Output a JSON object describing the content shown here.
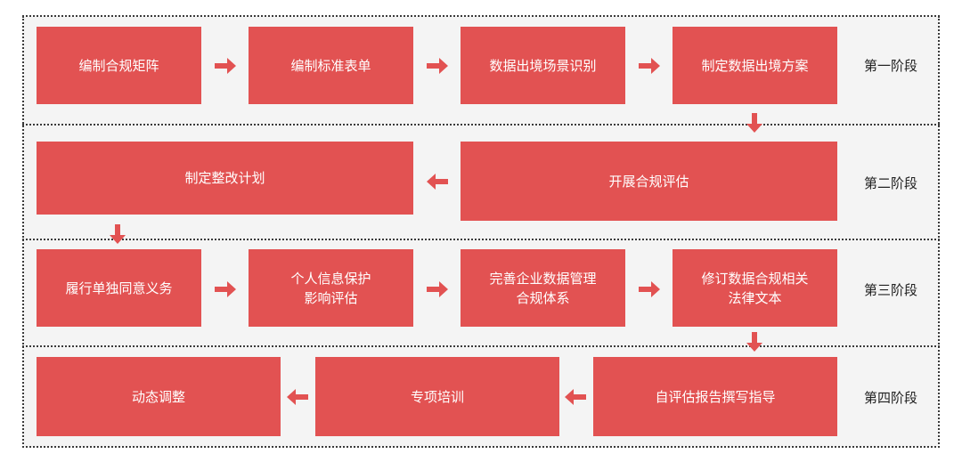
{
  "stages": [
    "第一阶段",
    "第二阶段",
    "第三阶段",
    "第四阶段"
  ],
  "row1": [
    "编制合规矩阵",
    "编制标准表单",
    "数据出境场景识别",
    "制定数据出境方案"
  ],
  "row2": [
    "制定整改计划",
    "开展合规评估"
  ],
  "row3": [
    "履行单独同意义务",
    "个人信息保护\n影响评估",
    "完善企业数据管理\n合规体系",
    "修订数据合规相关\n法律文本"
  ],
  "row4": [
    "动态调整",
    "专项培训",
    "自评估报告撰写指导"
  ],
  "colors": {
    "box": "#e25252",
    "arrow": "#e25252",
    "border": "#3a3a3a"
  },
  "icons": {
    "right": "arrow-right-icon",
    "left": "arrow-left-icon",
    "down": "arrow-down-icon"
  }
}
